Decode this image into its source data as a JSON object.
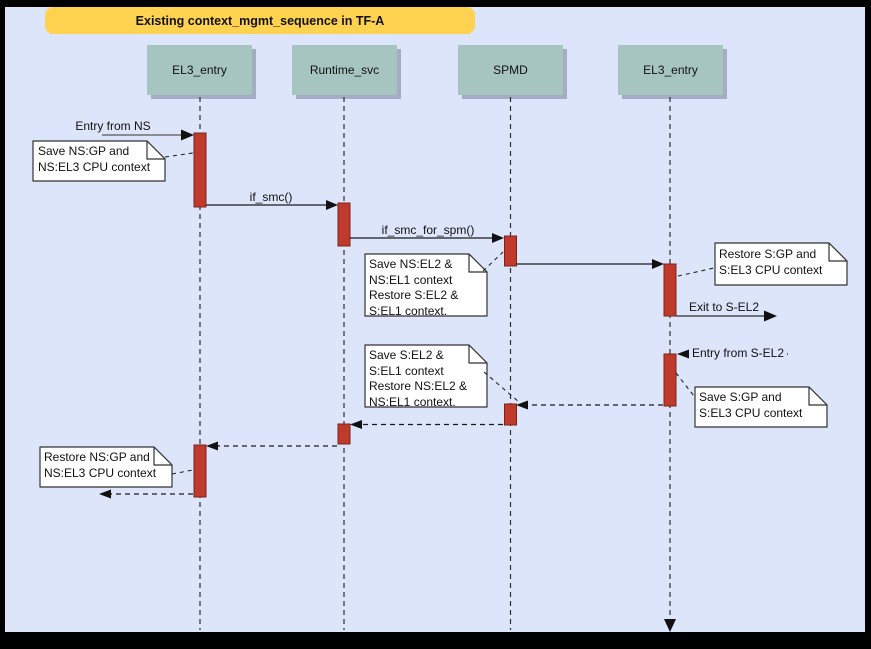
{
  "title": "Existing context_mgmt_sequence in TF-A",
  "lifelines": [
    {
      "label": "EL3_entry"
    },
    {
      "label": "Runtime_svc"
    },
    {
      "label": "SPMD"
    },
    {
      "label": "EL3_entry"
    }
  ],
  "messages": {
    "entry_from_ns": "Entry from NS",
    "if_smc": "if_smc()",
    "if_smc_for_spm": "if_smc_for_spm()",
    "exit_to_sel2": "Exit to S-EL2",
    "entry_from_sel2": "Entry from S-EL2"
  },
  "notes": {
    "save_ns_gp": "Save NS:GP and\nNS:EL3 CPU context",
    "save_ns_el2": "Save NS:EL2 &\nNS:EL1 context\nRestore S:EL2 &\nS:EL1 context.",
    "restore_s_gp": "Restore S:GP and\nS:EL3 CPU context",
    "save_s_el2": "Save S:EL2 &\nS:EL1 context\nRestore NS:EL2 &\nNS:EL1 context.",
    "save_s_gp": "Save S:GP and\nS:EL3 CPU context",
    "restore_ns_gp": "Restore NS:GP and\nNS:EL3 CPU context"
  },
  "colors": {
    "background": "#dce5fa",
    "frame": "#000000",
    "banner": "#ffd24f",
    "lifeline_header": "#a6c4c0",
    "activation_fill": "#c03a2b",
    "activation_border": "#7b241c",
    "note_fill": "#ffffff",
    "line": "#1a1a1a",
    "found_message": "#6e6e6e"
  }
}
